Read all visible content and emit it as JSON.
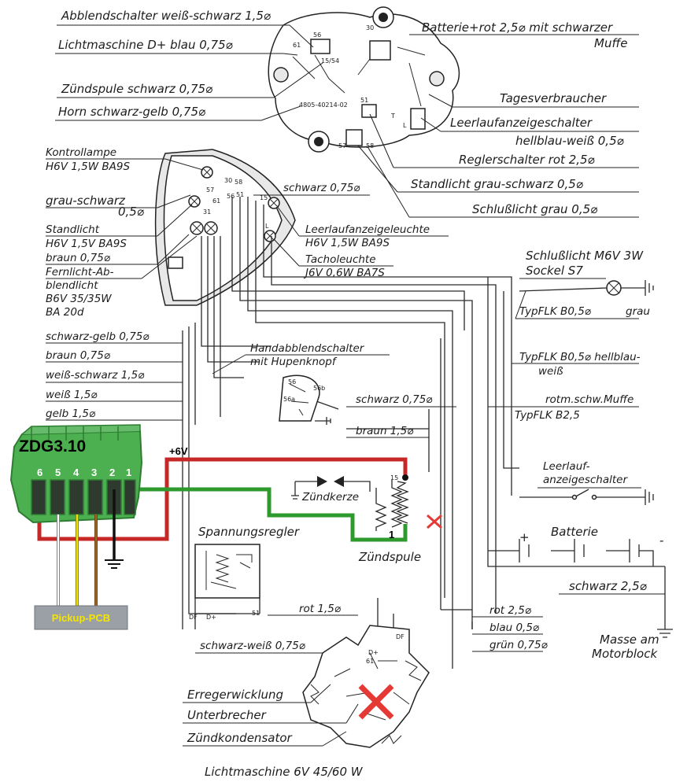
{
  "ignition_switch": {
    "labels_left": [
      "Abblendschalter weiß-schwarz 1,5⌀",
      "Lichtmaschine D+ blau 0,75⌀",
      "Zündspule schwarz 0,75⌀",
      "Horn schwarz-gelb 0,75⌀"
    ],
    "labels_right": [
      "Batterie+rot 2,5⌀ mit schwarzer",
      "Muffe",
      "Tagesverbraucher",
      "Leerlaufanzeigeschalter",
      "hellblau-weiß 0,5⌀",
      "Reglerschalter rot 2,5⌀",
      "Standlicht grau-schwarz 0,5⌀",
      "Schlußlicht grau 0,5⌀"
    ],
    "terminals": [
      "56",
      "30",
      "61",
      "15/54",
      "51",
      "T",
      "L",
      "57",
      "58"
    ],
    "part_number": "4805-40214-02"
  },
  "headlamp": {
    "labels_left": [
      "Kontrollampe",
      "H6V 1,5W BA9S",
      "grau-schwarz",
      "0,5⌀",
      "Standlicht",
      "H6V 1,5V BA9S",
      "braun 0,75⌀",
      "Fernlicht-Ab-",
      "blendlicht",
      "B6V 35/35W",
      "BA 20d",
      "schwarz-gelb 0,75⌀",
      "braun 0,75⌀",
      "weiß-schwarz 1,5⌀",
      "weiß 1,5⌀",
      "gelb 1,5⌀"
    ],
    "labels_right": [
      "schwarz 0,75⌀",
      "Leerlaufanzeigeleuchte",
      "H6V 1,5W BA9S",
      "Tacholeuchte",
      "J6V 0,6W BA7S"
    ],
    "terminals": [
      "30",
      "58",
      "57",
      "61",
      "56",
      "51",
      "15",
      "31",
      "L"
    ]
  },
  "tail_light": {
    "title": "Schlußlicht M6V 3W",
    "socket": "Sockel S7",
    "wire": "TypFLK B0,5⌀",
    "color": "grau"
  },
  "mid_wires": [
    "TypFLK B0,5⌀ hellblau-",
    "weiß",
    "rotm.schw.Muffe",
    "TypFLK B2,5"
  ],
  "handswitch": {
    "title_line1": "Handabblendschalter",
    "title_line2": "mit Hupenknopf",
    "terminals": [
      "56",
      "56b",
      "56a"
    ]
  },
  "center_wires": [
    "schwarz 0,75⌀",
    "braun 1,5⌀"
  ],
  "idle_switch": {
    "line1": "Leerlauf-",
    "line2": "anzeigeschalter"
  },
  "coil": {
    "title": "Zündspule",
    "spark_plug": "Zündkerze",
    "terminal_15": "15",
    "terminal_1": "1"
  },
  "regulator": {
    "title": "Spannungsregler",
    "terminals": [
      "DF",
      "D+",
      "51"
    ],
    "wire": "rot 1,5⌀",
    "bottom_wire": "schwarz-weiß 0,75⌀"
  },
  "battery": {
    "title": "Batterie",
    "wire": "schwarz 2,5⌀",
    "plus": "+",
    "minus": "-"
  },
  "ground": {
    "line1": "Masse am",
    "line2": "Motorblock"
  },
  "generator_wires": [
    "rot 2,5⌀",
    "blau 0,5⌀",
    "grün 0,75⌀"
  ],
  "generator": {
    "labels": [
      "Erregerwicklung",
      "Unterbrecher",
      "Zündkondensator"
    ],
    "terminals": [
      "D+",
      "61",
      "DF"
    ],
    "caption": "Lichtmaschine 6V 45/60 W"
  },
  "connector": {
    "title": "ZDG3.10",
    "pins": [
      "6",
      "5",
      "4",
      "3",
      "2",
      "1"
    ],
    "supply": "+6V",
    "pickup": "Pickup-PCB"
  },
  "colors": {
    "connector_green": "#4caf50",
    "wire_red": "#c62828",
    "wire_green": "#2e9a2e",
    "wire_black": "#111111",
    "wire_white": "#ffffff",
    "wire_yellow": "#f2e600",
    "wire_brown": "#a0661f",
    "pickup_badge": "#9aa0a6",
    "pickup_text": "#f5e600",
    "cross_mark": "#e53935"
  }
}
